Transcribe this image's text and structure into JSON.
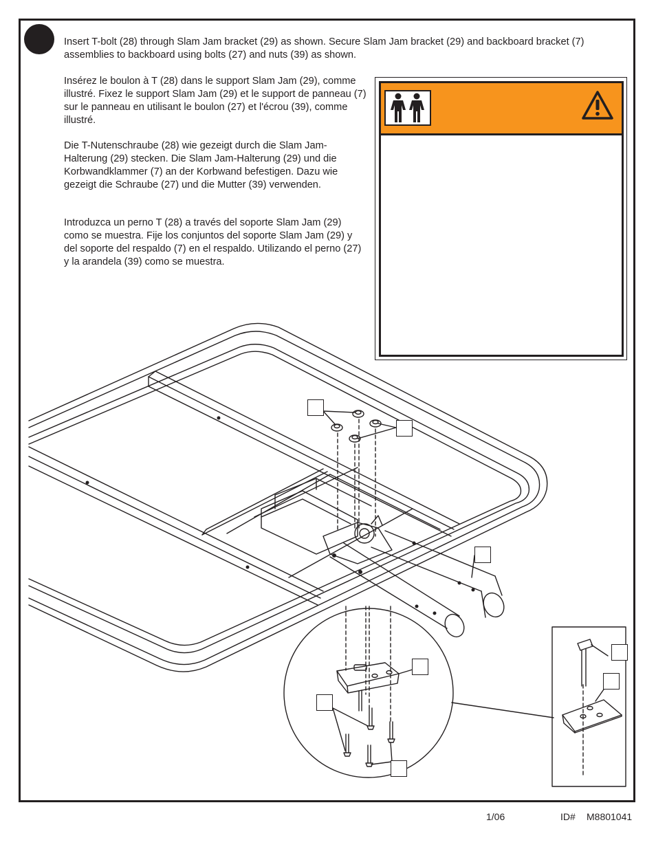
{
  "instructions": {
    "english": "Insert T-bolt (28) through Slam Jam bracket (29) as shown.  Secure Slam Jam bracket (29) and backboard bracket (7) assemblies to backboard using bolts (27) and nuts (39) as shown.",
    "french": "Insérez le boulon à T (28) dans le support Slam Jam (29), comme illustré. Fixez le support Slam Jam (29) et le support de panneau (7) sur le panneau en utilisant le boulon (27) et l'écrou (39), comme illustré.",
    "german": "Die T-Nutenschraube (28) wie gezeigt durch die Slam Jam-Halterung (29) stecken. Die Slam Jam-Halterung (29) und die Korbwandklammer (7) an der Korbwand befestigen. Dazu wie gezeigt die Schraube (27) und die Mutter (39) verwenden.",
    "spanish": "Introduzca un perno T (28) a través del soporte Slam Jam (29) como se muestra. Fije los conjuntos del soporte Slam Jam (29) y del soporte del respaldo (7) en el respaldo. Utilizando el perno (27) y la arandela (39) como se muestra."
  },
  "warning_box": {
    "header_color": "#f7941d",
    "icons": [
      "two-people-icon",
      "warning-triangle-icon"
    ]
  },
  "footer": {
    "date": "1/06",
    "id_label": "ID#",
    "id_value": "M8801041"
  },
  "colors": {
    "ink": "#231f20",
    "accent": "#f7941d"
  }
}
